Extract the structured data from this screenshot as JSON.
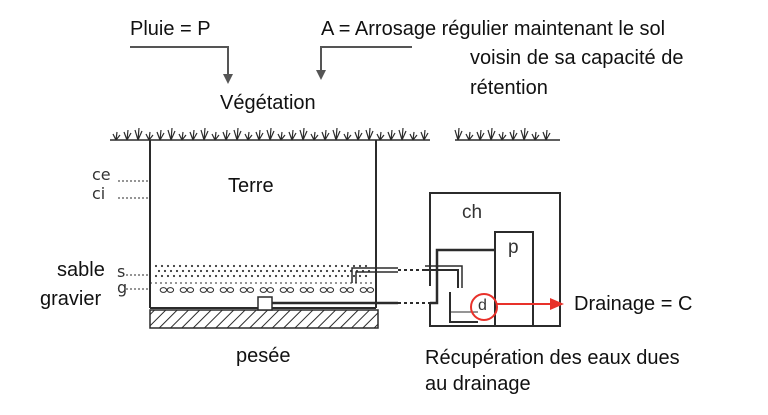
{
  "labels": {
    "rain": "Pluie = P",
    "irrigation": "A = Arrosage régulier maintenant le sol",
    "irrigation_line2": "voisin de sa capacité de",
    "irrigation_line3": "rétention",
    "vegetation": "Végétation",
    "soil": "Terre",
    "sand": "sable",
    "gravel": "gravier",
    "weighing": "pesée",
    "drainage": "Drainage = C",
    "recovery_line1": "Récupération des eaux dues",
    "recovery_line2": "au drainage"
  },
  "hand_labels": {
    "ce": "ce",
    "ci": "ci",
    "s": "s",
    "g": "g",
    "ch": "ch",
    "p": "p",
    "d": "d"
  },
  "colors": {
    "ink": "#2b2b2b",
    "label": "#111111",
    "drain_arrow": "#e8312a"
  }
}
